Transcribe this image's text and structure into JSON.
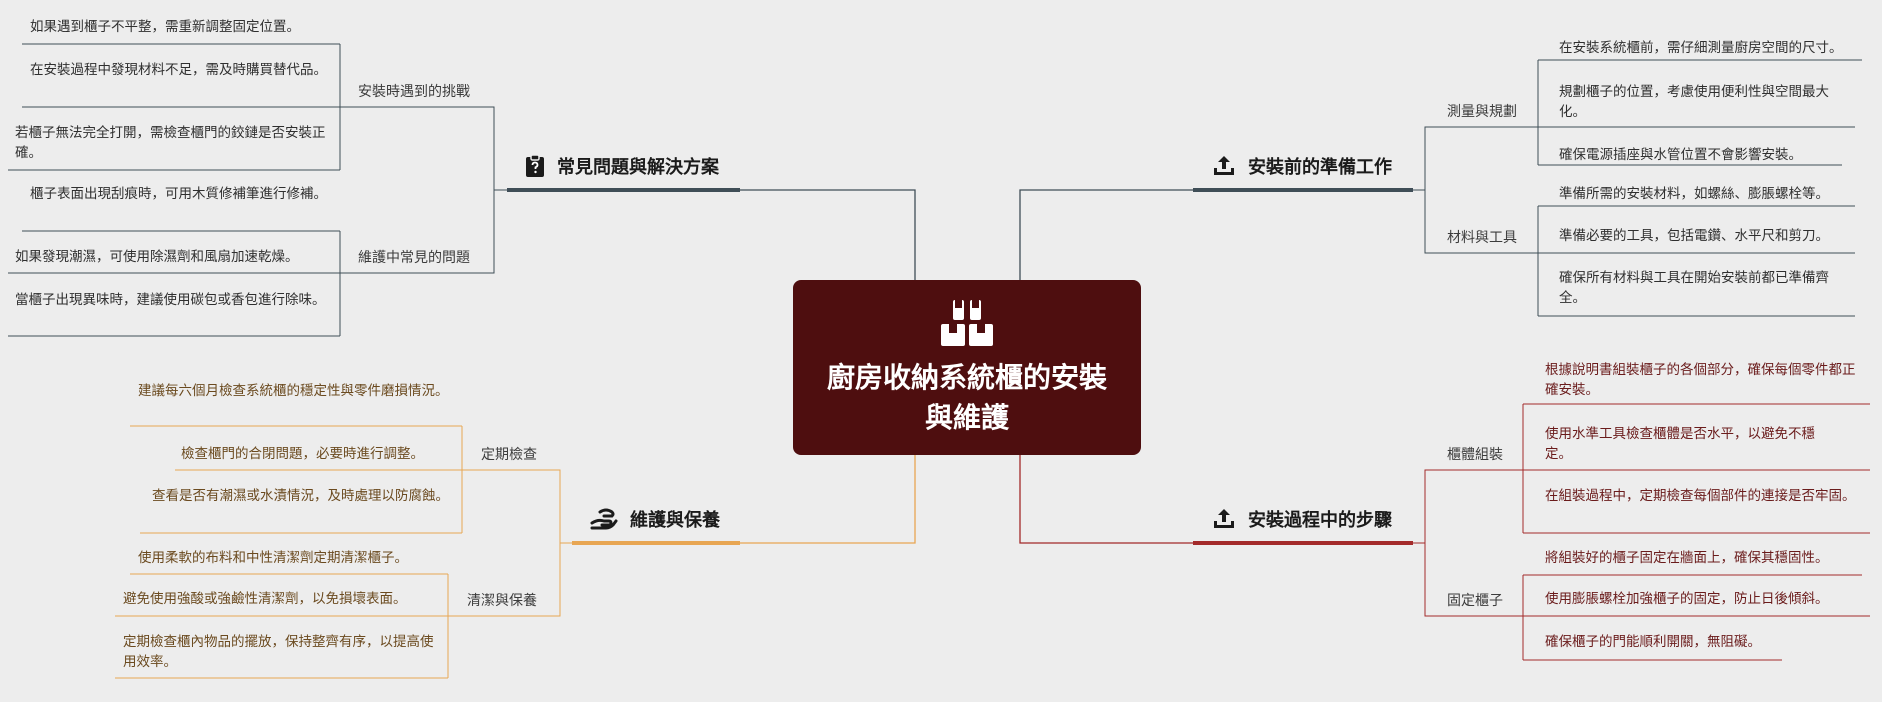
{
  "center": {
    "title": "廚房收納系統櫃的安裝與維護",
    "icon": "boxes-icon"
  },
  "colors": {
    "center_bg": "#4e0e0f",
    "prep": "#3f4e57",
    "steps": "#a32a2a",
    "faq": "#3f4e57",
    "maint": "#e8a653"
  },
  "branches": {
    "prep": {
      "title": "安裝前的準備工作",
      "icon": "upload-tray-icon",
      "subs": [
        {
          "label": "測量與規劃",
          "leaves": [
            "在安裝系統櫃前，需仔細測量廚房空間的尺寸。",
            "規劃櫃子的位置，考慮使用便利性與空間最大化。",
            "確保電源插座與水管位置不會影響安裝。"
          ]
        },
        {
          "label": "材料與工具",
          "leaves": [
            "準備所需的安裝材料，如螺絲、膨脹螺栓等。",
            "準備必要的工具，包括電鑽、水平尺和剪刀。",
            "確保所有材料與工具在開始安裝前都已準備齊全。"
          ]
        }
      ]
    },
    "steps": {
      "title": "安裝過程中的步驟",
      "icon": "upload-tray-icon",
      "subs": [
        {
          "label": "櫃體組裝",
          "leaves": [
            "根據說明書組裝櫃子的各個部分，確保每個零件都正確安裝。",
            "使用水準工具檢查櫃體是否水平，以避免不穩定。",
            "在組裝過程中，定期檢查每個部件的連接是否牢固。"
          ]
        },
        {
          "label": "固定櫃子",
          "leaves": [
            "將組裝好的櫃子固定在牆面上，確保其穩固性。",
            "使用膨脹螺栓加強櫃子的固定，防止日後傾斜。",
            "確保櫃子的門能順利開關，無阻礙。"
          ]
        }
      ]
    },
    "faq": {
      "title": "常見問題與解決方案",
      "icon": "clipboard-question-icon",
      "subs": [
        {
          "label": "安裝時遇到的挑戰",
          "leaves": [
            "如果遇到櫃子不平整，需重新調整固定位置。",
            "在安裝過程中發現材料不足，需及時購買替代品。",
            "若櫃子無法完全打開，需檢查櫃門的鉸鏈是否安裝正確。"
          ]
        },
        {
          "label": "維護中常見的問題",
          "leaves": [
            "櫃子表面出現刮痕時，可用木質修補筆進行修補。",
            "如果發現潮濕，可使用除濕劑和風扇加速乾燥。",
            "當櫃子出現異味時，建議使用碳包或香包進行除味。"
          ]
        }
      ]
    },
    "maint": {
      "title": "維護與保養",
      "icon": "hand-care-icon",
      "subs": [
        {
          "label": "定期檢查",
          "leaves": [
            "建議每六個月檢查系統櫃的穩定性與零件磨損情況。",
            "檢查櫃門的合閉問題，必要時進行調整。",
            "查看是否有潮濕或水漬情況，及時處理以防腐蝕。"
          ]
        },
        {
          "label": "清潔與保養",
          "leaves": [
            "使用柔軟的布料和中性清潔劑定期清潔櫃子。",
            "避免使用強酸或強鹼性清潔劑，以免損壞表面。",
            "定期檢查櫃內物品的擺放，保持整齊有序，以提高使用效率。"
          ]
        }
      ]
    }
  }
}
